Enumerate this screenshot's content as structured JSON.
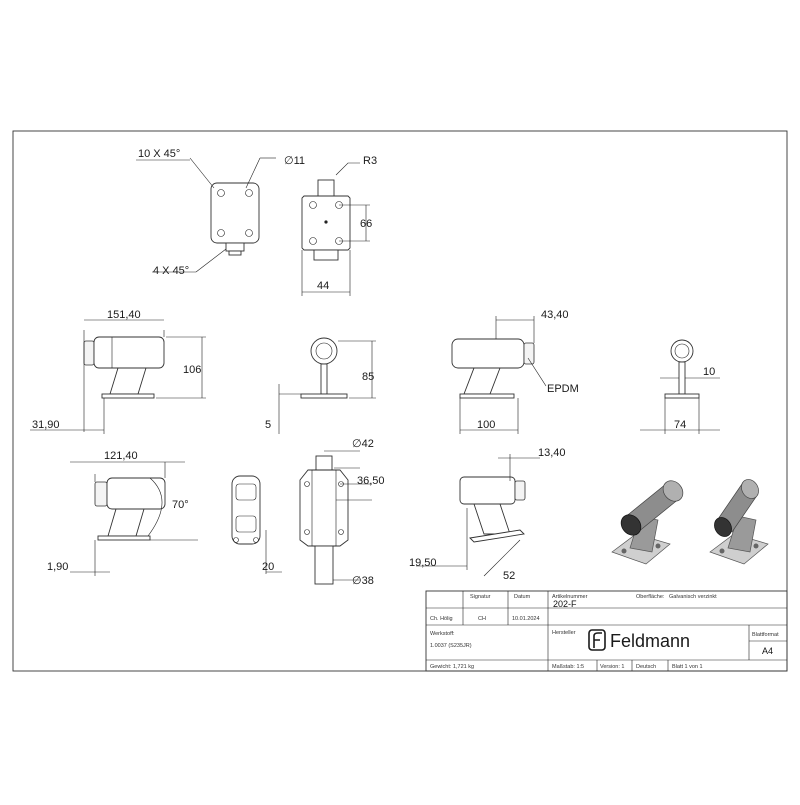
{
  "dimensions": {
    "chamfer_top": "10 X 45°",
    "chamfer_bottom": "4 X 45°",
    "hole_diameter": "∅11",
    "radius": "R3",
    "height_66": "66",
    "width_44": "44",
    "length_151": "151,40",
    "height_106": "106",
    "offset_31": "31,90",
    "height_85": "85",
    "thickness_5": "5",
    "length_43": "43,40",
    "material_epdm": "EPDM",
    "base_100": "100",
    "ring_10": "10",
    "base_74": "74",
    "length_121": "121,40",
    "angle_70": "70°",
    "offset_1_90": "1,90",
    "dia_42": "∅42",
    "length_36": "36,50",
    "width_20": "20",
    "dia_38": "∅38",
    "length_13": "13,40",
    "offset_19": "19,50",
    "length_52": "52"
  },
  "title_block": {
    "col_signatur": "Signatur",
    "col_datum": "Datum",
    "col_artikelnummer": "Artikelnummer",
    "col_oberflaeche": "Oberfläche:",
    "surface_value": "Galvanisch verzinkt",
    "drawn_by": "Ch. Hölig",
    "signature": "CH",
    "date": "10.01.2024",
    "article_number": "202-F",
    "label_werkstoff": "Werkstoff:",
    "material_value": "1.0037 (S235JR)",
    "label_hersteller": "Hersteller",
    "company": "Feldmann",
    "label_blattformat": "Blattformat",
    "sheet_format": "A4",
    "weight": "Gewicht: 1,721 kg",
    "scale": "Maßstab: 1:5",
    "version": "Version: 1",
    "language": "Deutsch",
    "sheet": "Blatt 1 von 1"
  },
  "colors": {
    "line": "#222222",
    "metal_dark": "#555555",
    "metal_light": "#c9c9c9"
  },
  "icons": [
    "feldmann-logo-icon"
  ]
}
